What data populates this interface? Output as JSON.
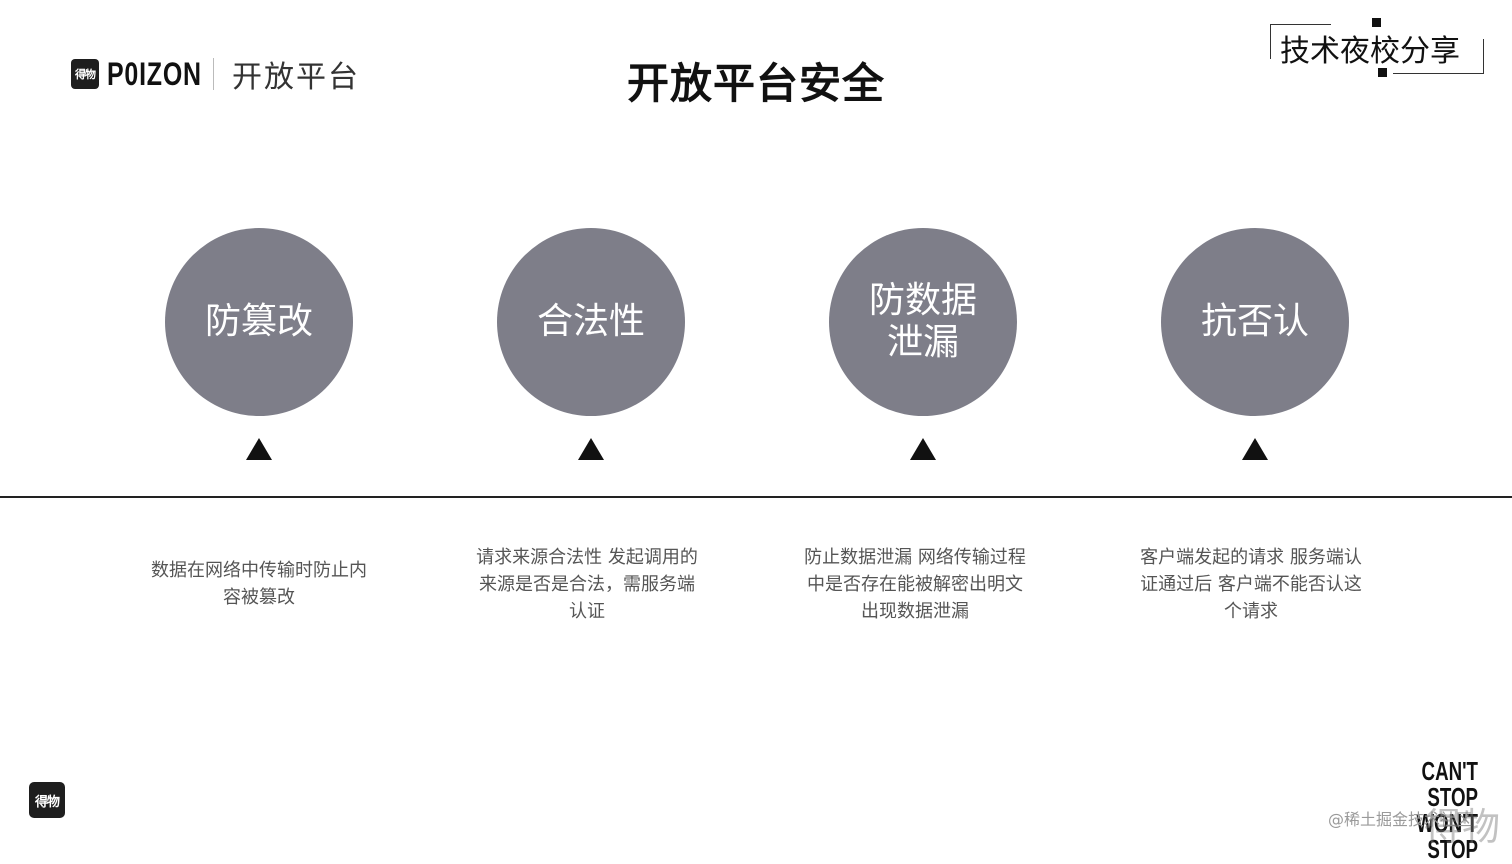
{
  "header": {
    "logo_badge": "得物",
    "logo_word": "P0IZON",
    "logo_sub": "开放平台",
    "title": "开放平台安全",
    "tag": "技术夜校分享"
  },
  "pillars": [
    {
      "label": "防篡改",
      "description": "数据在网络中传输时防止内容被篡改"
    },
    {
      "label": "合法性",
      "description": "请求来源合法性 发起调用的来源是否是合法，需服务端认证"
    },
    {
      "label": "防数据泄漏",
      "description": "防止数据泄漏 网络传输过程中是否存在能被解密出明文出现数据泄漏"
    },
    {
      "label": "抗否认",
      "description": "客户端发起的请求 服务端认证通过后 客户端不能否认这个请求"
    }
  ],
  "footer": {
    "badge": "得物",
    "slogan_line1": "CAN'T STOP",
    "slogan_line2": "WON'T STOP",
    "watermark": "@稀土掘金技术社区",
    "watermark_logo": "得物"
  },
  "colors": {
    "circle": "#7e7e89",
    "text": "#555555",
    "accent": "#111111"
  }
}
